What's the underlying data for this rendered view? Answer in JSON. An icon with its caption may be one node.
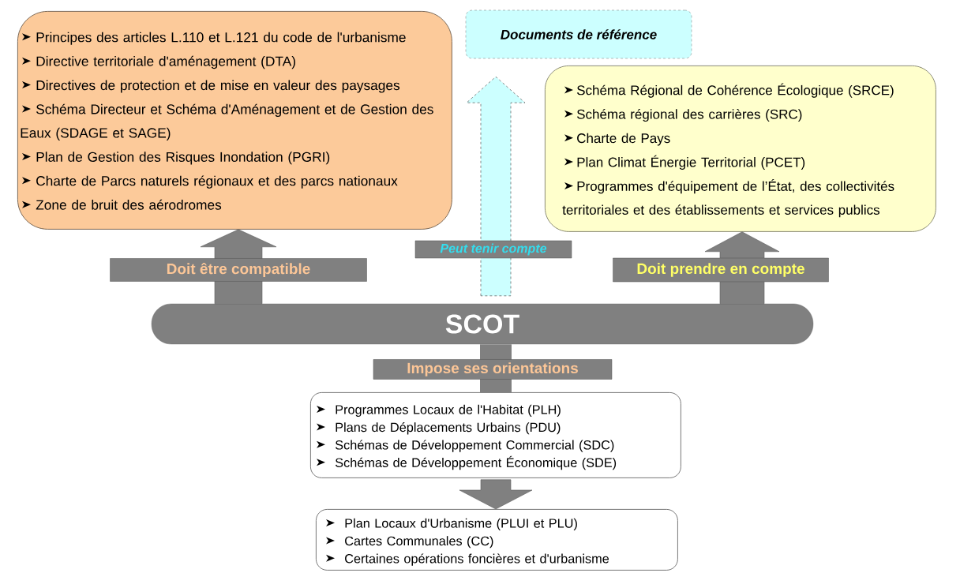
{
  "diagram": {
    "nodes": [
      {
        "text": [
          "Principes des articles L.110 et L.121 du code de l'urbanisme",
          "Directive territoriale d'aménagement (DTA)",
          "Directives de protection et de mise en valeur des paysages",
          "Schéma Directeur et Schéma d'Aménagement et de Gestion des Eaux (SDAGE et SAGE)",
          "Plan de Gestion des Risques Inondation (PGRI)",
          "Charte de Parcs naturels régionaux et des parcs nationaux",
          "Zone de bruit des aérodromes"
        ]
      },
      {
        "text": [
          "Documents de référence"
        ]
      },
      {
        "text": [
          "Schéma Régional de Cohérence Écologique (SRCE)",
          "Schéma régional des carrières (SRC)",
          "Charte de Pays",
          "Plan Climat Énergie Territorial (PCET)",
          "Programmes d'équipement de l’État, des collectivités territoriales et des établissements et services publics"
        ]
      },
      {
        "text": [
          "SCOT"
        ]
      },
      {
        "text": [
          "Programmes Locaux de l'Habitat (PLH)",
          "Plans de Déplacements Urbains (PDU)",
          "Schémas de Développement Commercial (SDC)",
          "Schémas de Développement Économique (SDE)"
        ]
      },
      {
        "text": [
          "Plan Locaux d'Urbanisme (PLUI et PLU)",
          "Cartes Communales (CC)",
          "Certaines opérations foncières et d'urbanisme"
        ]
      }
    ],
    "edges": [
      {
        "from": 3,
        "to": 0,
        "arrow": "to",
        "label": "Doit être compatible"
      },
      {
        "from": 3,
        "to": 1,
        "arrow": "to",
        "label": "Peut tenir compte",
        "style": "dashed",
        "color": "#ccffff"
      },
      {
        "from": 3,
        "to": 2,
        "arrow": "to",
        "label": "Doit prendre en compte"
      },
      {
        "from": 3,
        "to": 4,
        "arrow": "none",
        "label": "Impose ses orientations"
      },
      {
        "from": 4,
        "to": 5,
        "arrow": "to"
      }
    ]
  }
}
